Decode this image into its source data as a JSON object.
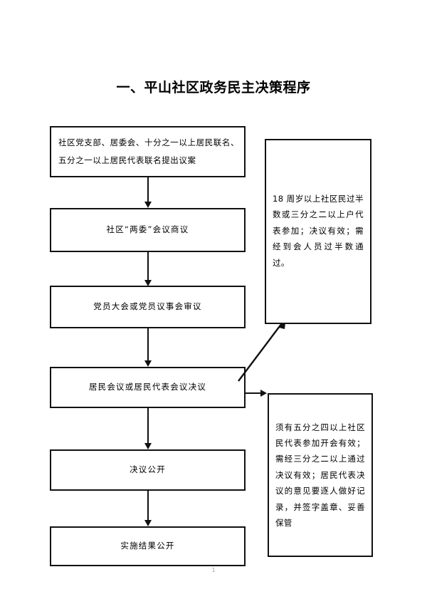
{
  "document": {
    "title": "一、平山社区政务民主决策程序",
    "page_number": "1"
  },
  "flow": {
    "steps": [
      {
        "id": "proposal",
        "label": "社区党支部、居委会、十分之一以上居民联名、\n五分之一以上居民代表联名提出议案"
      },
      {
        "id": "two-committees",
        "label": "社区“两委”会议商议"
      },
      {
        "id": "party-review",
        "label": "党员大会或党员议事会审议"
      },
      {
        "id": "residents-resolution",
        "label": "居民会议或居民代表会议决议"
      },
      {
        "id": "resolution-public",
        "label": "决议公开"
      },
      {
        "id": "result-public",
        "label": "实施结果公开"
      }
    ]
  },
  "notes": [
    {
      "id": "quorum-note",
      "text": "18 周岁以上社区民过半数或三分之二以上户代表参加；决议有效；需经到会人员过半数通过。"
    },
    {
      "id": "representative-note",
      "text": "须有五分之四以上社区民代表参加开会有效；需经三分之二以上通过决议有效；居民代表决议的意见要逐人做好记录，并签字盖章、妥善保管"
    }
  ],
  "colors": {
    "line": "#111111",
    "background": "#ffffff",
    "text": "#000000"
  }
}
